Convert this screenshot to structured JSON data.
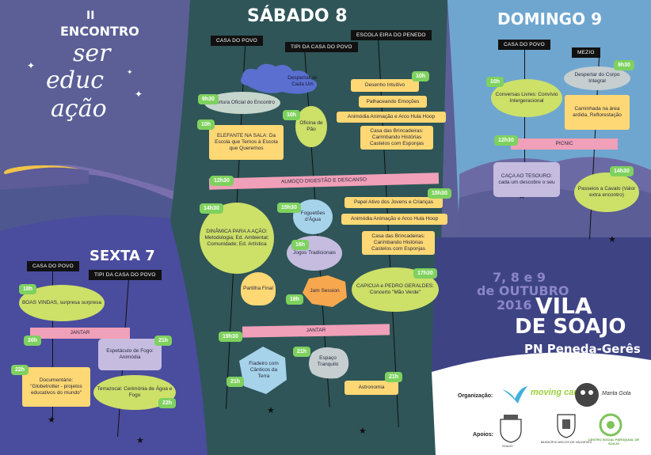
{
  "colors": {
    "left_panel": "#5b5f96",
    "center_panel": "#2f5558",
    "right_panel": "#6fa6cf",
    "bottom_left_panel": "#4a4c9e",
    "white_panel": "#ffffff",
    "badge_green": "#7ed15f",
    "event_yellow": "#fdd874",
    "event_lavender": "#c5bce0",
    "event_lime": "#cde068",
    "bar_pink": "#f0a0b8",
    "header_black": "#111111"
  },
  "logo": {
    "number": "II",
    "word1": "ENCONTRO",
    "word2": "ser",
    "word3": "educ",
    "word4": "ação"
  },
  "friday": {
    "title": "SEXTA 7",
    "headers": [
      "CASA DO POVO",
      "TIPI DA CASA DO POVO"
    ],
    "events": [
      {
        "time": "18h",
        "text": "BOAS VINDAS, surpresa surpresa"
      },
      {
        "time": "20h",
        "text": "JANTAR"
      },
      {
        "time": "21h",
        "text": "Espetáculo de Fogo: Animódia"
      },
      {
        "time": "22h",
        "text": "Documentário: \"Globetrotter - projetos educativos do mundo\""
      },
      {
        "time": "22h",
        "text": "Terrazocal: Cerimónia de Água e Fogo"
      }
    ]
  },
  "saturday": {
    "title": "SÁBADO 8",
    "headers": [
      "CASA DO POVO",
      "TIPI DA CASA DO POVO",
      "ESCOLA EIRA DO PENEDO"
    ],
    "events": [
      {
        "time": "",
        "text": "Despertar de Cada Um"
      },
      {
        "time": "10h",
        "text": "Desenho Intuitivo"
      },
      {
        "time": "",
        "text": "Palhaceando Emoções"
      },
      {
        "time": "9h30",
        "text": "Abertura Oficial do Encontro"
      },
      {
        "time": "",
        "text": "Animódia Animação e Arco Hula Hoop"
      },
      {
        "time": "10h",
        "text": "Oficina de Pão"
      },
      {
        "time": "10h",
        "text": "ELEFANTE NA SALA: Da Escola que Temos à Escola que Queremos"
      },
      {
        "time": "",
        "text": "Casa das Brincadeiras: Carimbando Histórias Castelos com Esponjas"
      },
      {
        "time": "12h30",
        "text": "ALMOÇO DIGESTÃO E DESCANSO"
      },
      {
        "time": "15h30",
        "text": "Papel Ativo dos Jovens e Crianças"
      },
      {
        "time": "14h30",
        "text": "DINÂMICA PARA A AÇÃO: Metodologia; Ed. Ambiental; Comunidade; Ed. Artística"
      },
      {
        "time": "15h30",
        "text": "Foguetões d'Água"
      },
      {
        "time": "",
        "text": "Animódia Animação e Arco Hula Hoop"
      },
      {
        "time": "16h",
        "text": "Jogos Tradicionais"
      },
      {
        "time": "",
        "text": "Casa das Brincadeiras: Carimbando Histórias Castelos com Esponjas"
      },
      {
        "time": "",
        "text": "Partilha Final"
      },
      {
        "time": "17h30",
        "text": "CAPICUA e PEDRO GERALDES: Concerto \"Mão Verde\""
      },
      {
        "time": "18h",
        "text": "Jam Session"
      },
      {
        "time": "19h30",
        "text": "JANTAR"
      },
      {
        "time": "21h",
        "text": "Espaço Tranquilo"
      },
      {
        "time": "21h",
        "text": "Fiadeiro com Cânticos da Terra"
      },
      {
        "time": "21h",
        "text": "Astronomia"
      }
    ]
  },
  "sunday": {
    "title": "DOMINGO 9",
    "headers": [
      "CASA DO POVO",
      "MEZIO"
    ],
    "events": [
      {
        "time": "9h30",
        "text": "Despertar do Corpo Integral"
      },
      {
        "time": "10h",
        "text": "Conversas Livres: Convívio Intergeracional"
      },
      {
        "time": "",
        "text": "Caminhada na área ardida, Reflorestação"
      },
      {
        "time": "12h30",
        "text": "PICNIC"
      },
      {
        "time": "",
        "text": "CAÇA AO TESOURO: cada um descobre o seu"
      },
      {
        "time": "14h30",
        "text": "Passeios a Cavalo (Valor extra encontro)"
      }
    ]
  },
  "event_info": {
    "dates_line1": "7, 8 e 9",
    "dates_line2": "de OUTUBRO",
    "year": "2016",
    "place1": "VILA",
    "place2": "DE SOAJO",
    "park": "PN Peneda-Gerês"
  },
  "footer": {
    "organizacao_label": "Organização:",
    "apoios_label": "Apoios:",
    "org1": "moving cause",
    "org2": "Manta Gota",
    "sup1": "SOAJO",
    "sup2": "MUNICÍPIO ARCOS DE VALDEVEZ",
    "sup3": "CENTRO SOCIAL PAROQUIAL DE SOAJO"
  }
}
